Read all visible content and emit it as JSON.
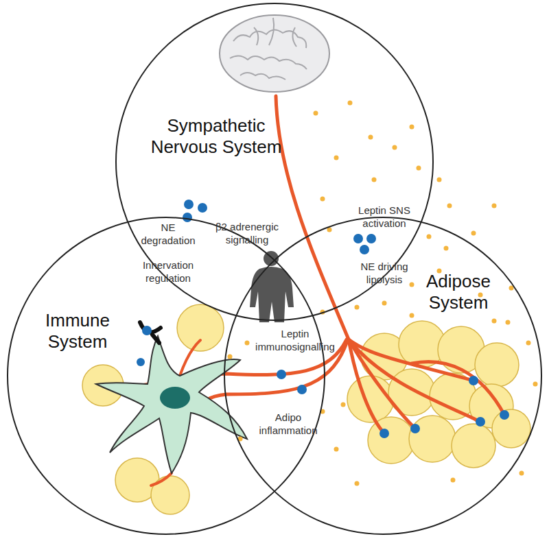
{
  "diagram": {
    "nodes": [
      {
        "text": [
          "Sympathetic Nervous System"
        ]
      },
      {
        "text": [
          "Immune System"
        ]
      },
      {
        "text": [
          "Adipose System"
        ]
      }
    ],
    "labels": [
      "NE degradation",
      "β2 adrenergic signalling",
      "Innervation regulation",
      "Leptin SNS activation",
      "NE driving lipolysis",
      "Leptin immunosignalling",
      "Adipo inflammation"
    ]
  }
}
